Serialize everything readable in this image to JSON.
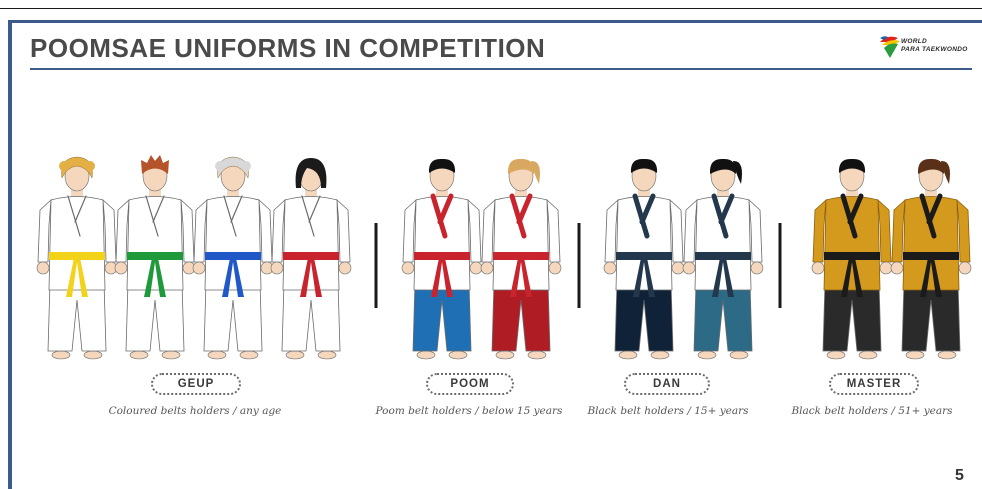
{
  "slide": {
    "title": "POOMSAE UNIFORMS IN COMPETITION",
    "page_number": "5",
    "accent_color": "#3d5a8c"
  },
  "logo": {
    "line1": "WORLD",
    "line2": "PARA TAEKWONDO",
    "colors": [
      "#e2231a",
      "#f5c400",
      "#2a9d3c",
      "#1f5fb0"
    ]
  },
  "categories": [
    {
      "label": "GEUP",
      "caption": "Coloured belts holders / any age"
    },
    {
      "label": "POOM",
      "caption": "Poom belt holders / below 15 years"
    },
    {
      "label": "DAN",
      "caption": "Black belt holders / 15+ years"
    },
    {
      "label": "MASTER",
      "caption": "Black belt holders /  51+ years"
    }
  ],
  "figures": [
    {
      "group": "geup",
      "hair": "#e4b045",
      "hair_style": "curly",
      "jacket": "#ffffff",
      "collar": "#ffffff",
      "pants": "#ffffff",
      "belt": "#f3d21a"
    },
    {
      "group": "geup",
      "hair": "#b5532a",
      "hair_style": "spiky",
      "jacket": "#ffffff",
      "collar": "#ffffff",
      "pants": "#ffffff",
      "belt": "#1f9a3a"
    },
    {
      "group": "geup",
      "hair": "#d8d8d8",
      "hair_style": "curly",
      "jacket": "#ffffff",
      "collar": "#ffffff",
      "pants": "#ffffff",
      "belt": "#2158c8"
    },
    {
      "group": "geup",
      "hair": "#1b1b1b",
      "hair_style": "bob",
      "jacket": "#ffffff",
      "collar": "#ffffff",
      "pants": "#ffffff",
      "belt": "#c8242e"
    },
    {
      "group": "poom",
      "hair": "#111111",
      "hair_style": "short",
      "jacket": "#ffffff",
      "collar": "#c8242e",
      "pants": "#1f6fb5",
      "belt": "#c8242e"
    },
    {
      "group": "poom",
      "hair": "#d9a860",
      "hair_style": "ponytail",
      "jacket": "#ffffff",
      "collar": "#c8242e",
      "pants": "#b01c24",
      "belt": "#c8242e"
    },
    {
      "group": "dan",
      "hair": "#111111",
      "hair_style": "short",
      "jacket": "#ffffff",
      "collar": "#24384d",
      "pants": "#0f2238",
      "belt": "#24384d"
    },
    {
      "group": "dan",
      "hair": "#111111",
      "hair_style": "ponytail",
      "jacket": "#ffffff",
      "collar": "#24384d",
      "pants": "#2c6a86",
      "belt": "#24384d"
    },
    {
      "group": "master",
      "hair": "#111111",
      "hair_style": "short",
      "jacket": "#d49a1e",
      "collar": "#1b1b1b",
      "pants": "#2a2a2a",
      "belt": "#1b1b1b"
    },
    {
      "group": "master",
      "hair": "#5a3018",
      "hair_style": "ponytail",
      "jacket": "#d49a1e",
      "collar": "#1b1b1b",
      "pants": "#2a2a2a",
      "belt": "#1b1b1b"
    }
  ]
}
